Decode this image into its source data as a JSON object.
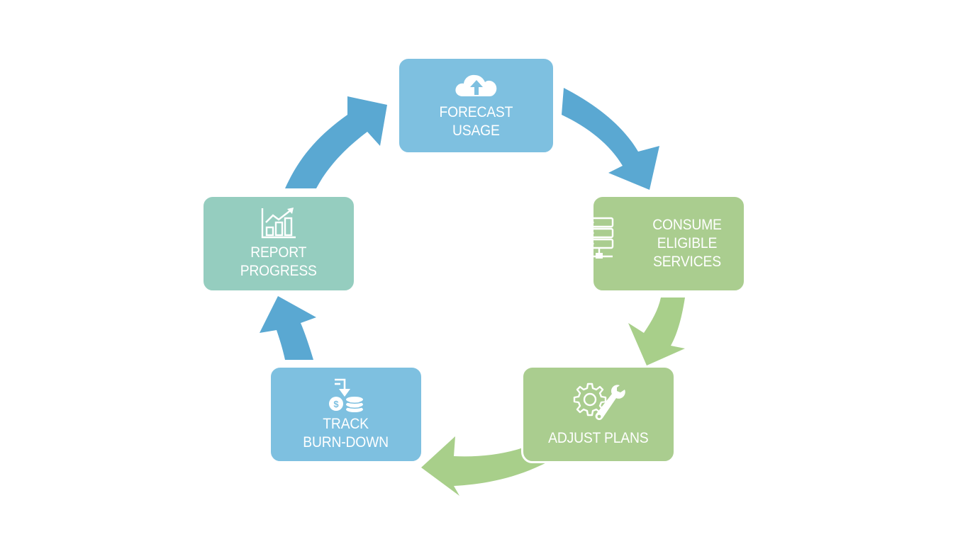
{
  "diagram": {
    "type": "cycle",
    "colors": {
      "blue_box": "#7ec0e0",
      "green_box": "#aacd8f",
      "teal_box": "#95cdbf",
      "blue_arrow": "#5aa8d2",
      "green_arrow": "#a8cf8a",
      "text": "#ffffff",
      "background": "#ffffff"
    },
    "steps": [
      {
        "id": "forecast",
        "label": "FORECAST\nUSAGE",
        "icon": "cloud-upload-icon",
        "color": "blue"
      },
      {
        "id": "consume",
        "label": "CONSUME\nELIGIBLE\nSERVICES",
        "icon": "server-stack-icon",
        "color": "green"
      },
      {
        "id": "adjust",
        "label": "ADJUST PLANS",
        "icon": "gear-wrench-icon",
        "color": "green"
      },
      {
        "id": "track",
        "label": "TRACK\nBURN-DOWN",
        "icon": "coins-down-arrow-icon",
        "color": "blue"
      },
      {
        "id": "report",
        "label": "REPORT\nPROGRESS",
        "icon": "bar-chart-trend-icon",
        "color": "teal"
      }
    ],
    "arrows": [
      {
        "from": "forecast",
        "to": "consume",
        "color": "blue"
      },
      {
        "from": "consume",
        "to": "adjust",
        "color": "green"
      },
      {
        "from": "adjust",
        "to": "track",
        "color": "green"
      },
      {
        "from": "track",
        "to": "report",
        "color": "blue"
      },
      {
        "from": "report",
        "to": "forecast",
        "color": "blue"
      }
    ]
  }
}
